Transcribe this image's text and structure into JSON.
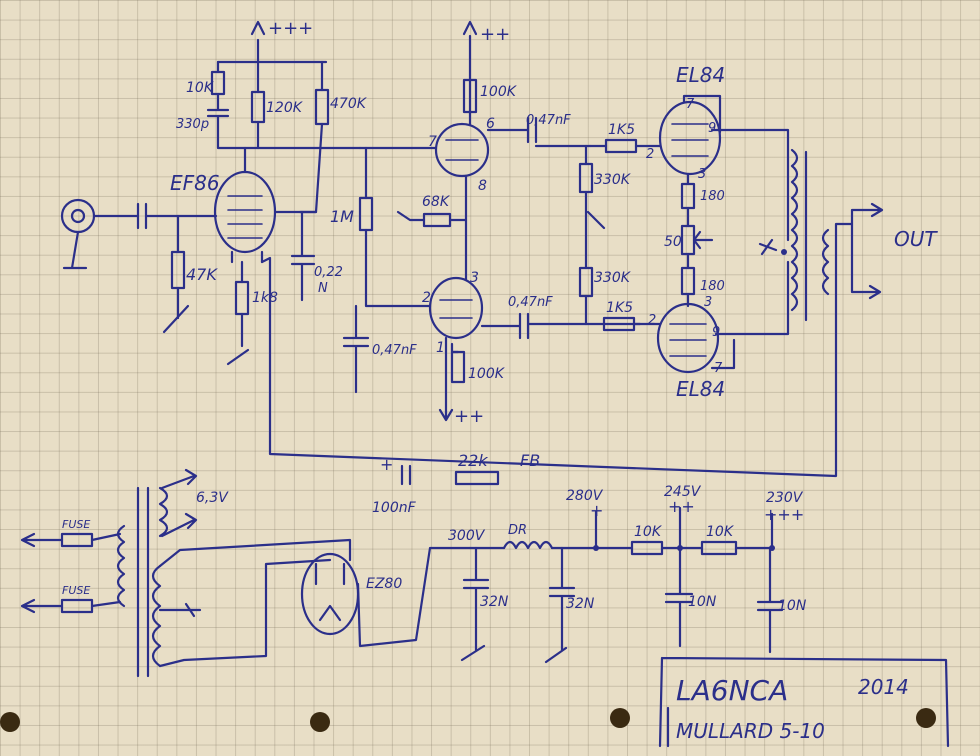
{
  "supply": {
    "v1": "+++",
    "v2": "++",
    "v3": "++",
    "v_280": "280V",
    "v_280_sign": "+",
    "v_245": "245V",
    "v_245_sign": "++",
    "v_230": "230V",
    "v_230_sign": "+++",
    "v_300": "300V"
  },
  "tubes": {
    "preamp": "EF86",
    "power_top": "EL84",
    "power_bottom": "EL84",
    "rectifier": "EZ80"
  },
  "components": {
    "r_10k": "10K",
    "c_330p": "330p",
    "r_120k": "120K",
    "r_470k": "470K",
    "r_47k": "47K",
    "r_1k8": "1k8",
    "c_022": "0,22",
    "c_022_unit": "N",
    "r_1m": "1M",
    "r_68k": "68K",
    "r_100k_top": "100K",
    "r_100k_bottom": "100K",
    "c_047_top": "0,47nF",
    "c_047_mid": "0,47nF",
    "c_047_left": "0,47nF",
    "r_330k_top": "330K",
    "r_330k_bottom": "330K",
    "r_1k5_top": "1K5",
    "r_1k5_bottom": "1K5",
    "r_180_top": "180",
    "r_180_bottom": "180",
    "r_50": "50",
    "r_22k": "22k",
    "c_100nf": "100nF",
    "fb": "FB",
    "c_32_a": "32N",
    "c_32_b": "32N",
    "c_10_a": "10N",
    "c_10_b": "10N",
    "r_10k_ps1": "10K",
    "r_10k_ps2": "10K",
    "dr": "DR",
    "heater": "6,3V",
    "fuse1": "FUSE",
    "fuse2": "FUSE"
  },
  "pins": {
    "p7": "7",
    "p6": "6",
    "p8": "8",
    "p3": "3",
    "p2": "2",
    "p1": "1",
    "el_top_7": "7",
    "el_top_9": "9",
    "el_top_2": "2",
    "el_top_3": "3",
    "el_bot_3": "3",
    "el_bot_9": "9",
    "el_bot_2": "2",
    "el_bot_7": "7"
  },
  "output": "OUT",
  "plus_c": "+",
  "title_block": {
    "callsign": "LA6NCA",
    "year": "2014",
    "design": "MULLARD 5-10"
  }
}
